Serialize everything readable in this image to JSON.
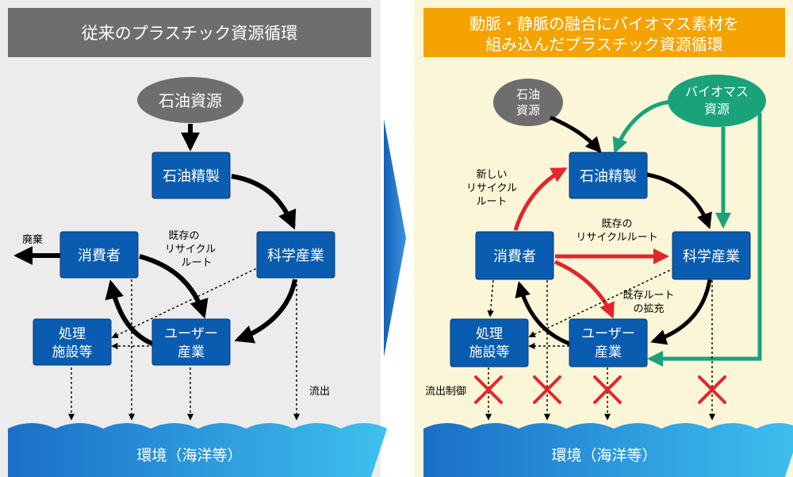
{
  "left": {
    "title": "従来のプラスチック資源循環",
    "source": "石油資源",
    "nodes": {
      "refining": "石油精製",
      "chemical": "科学産業",
      "consumer": "消費者",
      "user_1": "ユーザー",
      "user_2": "産業",
      "disposal_1": "処理",
      "disposal_2": "施設等"
    },
    "labels": {
      "waste": "廃棄",
      "existing_1": "既存の",
      "existing_2": "リサイクル",
      "existing_3": "ルート",
      "outflow": "流出"
    },
    "environment": "環境（海洋等）"
  },
  "right": {
    "title_1": "動脈・静脈の融合にバイオマス素材を",
    "title_2": "組み込んだプラスチック資源循環",
    "oil_1": "石油",
    "oil_2": "資源",
    "bio_1": "バイオマス",
    "bio_2": "資源",
    "nodes": {
      "refining": "石油精製",
      "chemical": "科学産業",
      "consumer": "消費者",
      "user_1": "ユーザー",
      "user_2": "産業",
      "disposal_1": "処理",
      "disposal_2": "施設等"
    },
    "labels": {
      "new_1": "新しい",
      "new_2": "リサイクル",
      "new_3": "ルート",
      "existing_1": "既存の",
      "existing_2": "リサイクルルート",
      "expand_1": "既存ルート",
      "expand_2": "の拡充",
      "outflow_control": "流出制御"
    },
    "environment": "環境（海洋等）"
  },
  "colors": {
    "box": "#0a5cb0",
    "green": "#1aa37a",
    "red": "#e3262b",
    "title_left": "#6e6e6e",
    "title_right": "#f5a300",
    "panel_left": "#ececec",
    "panel_right": "#fbf6d8",
    "transition": "#1f6fc4"
  }
}
